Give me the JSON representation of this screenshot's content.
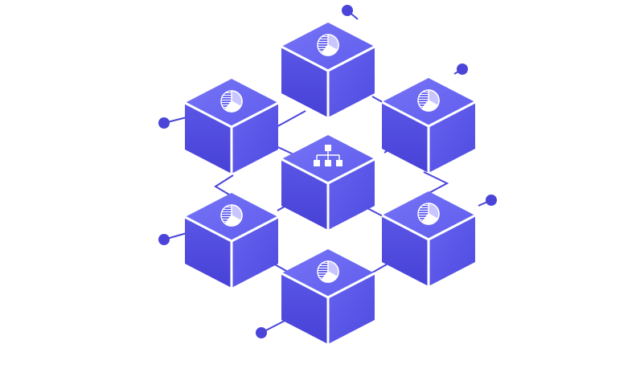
{
  "colors": {
    "background": "#ffffff",
    "top_face": "#6a67f2",
    "left_face": "#4c47dc",
    "right_face": "#5b57ea",
    "edge": "#ffffff",
    "connector": "#4a45d8",
    "icon": "#ffffff",
    "icon_slice": "#c9c6ff"
  },
  "diagram": {
    "center_node": {
      "icon": "hierarchy-icon"
    },
    "outer_nodes": [
      {
        "id": "top",
        "icon": "pie-chart-icon"
      },
      {
        "id": "upper-left",
        "icon": "pie-chart-icon"
      },
      {
        "id": "upper-right",
        "icon": "pie-chart-icon"
      },
      {
        "id": "lower-left",
        "icon": "pie-chart-icon"
      },
      {
        "id": "lower-right",
        "icon": "pie-chart-icon"
      },
      {
        "id": "bottom",
        "icon": "pie-chart-icon"
      }
    ]
  }
}
